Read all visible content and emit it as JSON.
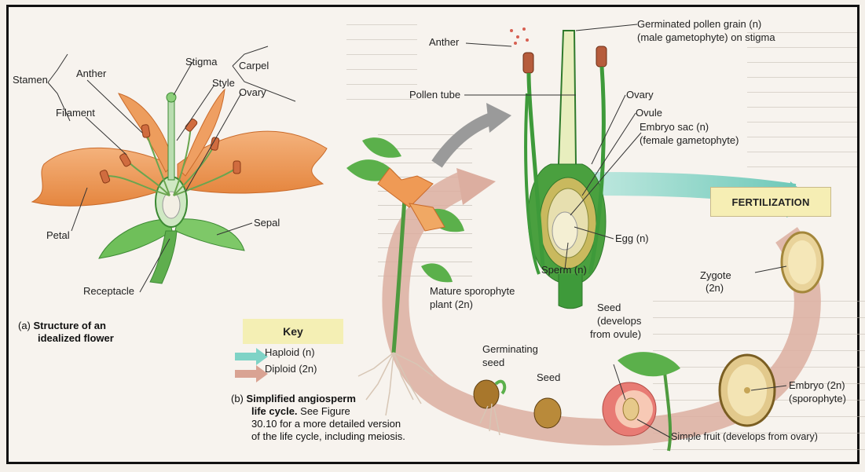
{
  "flower_labels": {
    "stamen": "Stamen",
    "anther": "Anther",
    "stigma": "Stigma",
    "carpel": "Carpel",
    "style": "Style",
    "filament": "Filament",
    "ovary": "Ovary",
    "petal": "Petal",
    "sepal": "Sepal",
    "receptacle": "Receptacle"
  },
  "caption_a": {
    "tag": "(a)",
    "line1": "Structure of an",
    "line2": "idealized flower"
  },
  "key": {
    "title": "Key",
    "haploid": "Haploid (n)",
    "diploid": "Diploid (2n)",
    "haploid_color": "#7fd3c6",
    "diploid_color": "#d9a393"
  },
  "cycle_labels": {
    "anther": "Anther",
    "pollen_grain_1": "Germinated pollen grain (n)",
    "pollen_grain_2": "(male gametophyte) on stigma",
    "pollen_tube": "Pollen tube",
    "ovary": "Ovary",
    "ovule": "Ovule",
    "embryo_sac_1": "Embryo sac (n)",
    "embryo_sac_2": "(female gametophyte)",
    "fertilization": "FERTILIZATION",
    "egg": "Egg (n)",
    "sperm": "Sperm (n)",
    "zygote_1": "Zygote",
    "zygote_2": "(2n)",
    "mature_1": "Mature sporophyte",
    "mature_2": "plant (2n)",
    "seed_top_1": "Seed",
    "seed_top_2": "(develops",
    "seed_top_3": "from ovule)",
    "germinating_1": "Germinating",
    "germinating_2": "seed",
    "seed": "Seed",
    "embryo_1": "Embryo (2n)",
    "embryo_2": "(sporophyte)",
    "fruit": "Simple fruit (develops from ovary)"
  },
  "caption_b": {
    "tag": "(b)",
    "line1": "Simplified angiosperm",
    "line2": "life cycle.",
    "line2_rest": " See Figure",
    "line3": "30.10 for a more detailed version",
    "line4": "of the life cycle, including meiosis."
  }
}
